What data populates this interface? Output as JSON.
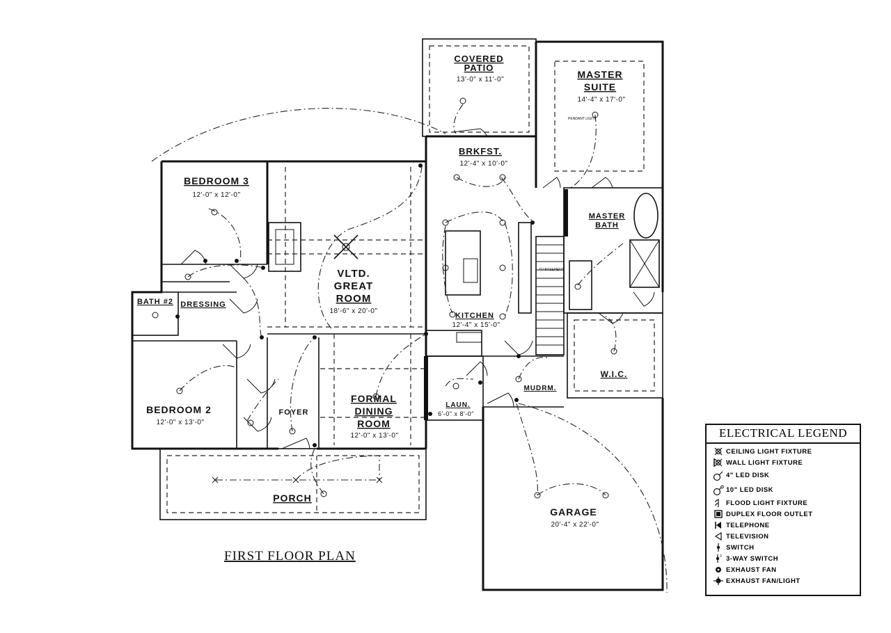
{
  "plan": {
    "title": "FIRST FLOOR PLAN",
    "rooms": {
      "covered_patio": {
        "name_line1": "COVERED",
        "name_line2": "PATIO",
        "dims": "13'-0\" x 11'-0\""
      },
      "master_suite": {
        "name_line1": "MASTER",
        "name_line2": "SUITE",
        "dims": "14'-4\" x 17'-0\""
      },
      "brkfst": {
        "name": "BRKFST.",
        "dims": "12'-4\" x 10'-0\""
      },
      "bedroom3": {
        "name": "BEDROOM 3",
        "dims": "12'-0\" x 12'-0\""
      },
      "master_bath": {
        "name_line1": "MASTER",
        "name_line2": "BATH"
      },
      "great_room": {
        "name_line1": "VLTD.",
        "name_line2": "GREAT",
        "name_line3": "ROOM",
        "dims": "18'-6\" x 20'-0\""
      },
      "kitchen": {
        "name": "KITCHEN",
        "dims": "12'-4\" x 15'-0\""
      },
      "bath2": {
        "name": "BATH #2"
      },
      "dressing": {
        "name": "DRESSING"
      },
      "bedroom2": {
        "name": "BEDROOM 2",
        "dims": "12'-0\" x 13'-0\""
      },
      "foyer": {
        "name": "FOYER"
      },
      "formal_dining": {
        "name_line1": "FORMAL",
        "name_line2": "DINING",
        "name_line3": "ROOM",
        "dims": "12'-0\" x 13'-0\""
      },
      "laun": {
        "name": "LAUN.",
        "dims": "6'-0\" x 8'-0\""
      },
      "mudrm": {
        "name": "MUDRM."
      },
      "wic": {
        "name": "W.I.C."
      },
      "porch": {
        "name": "PORCH"
      },
      "garage": {
        "name": "GARAGE",
        "dims": "20'-4\" x 22'-0\""
      }
    },
    "notes": {
      "master_light": "PENDANT LIGHT",
      "stair_note": "TO BASEMENT"
    }
  },
  "legend": {
    "title": "ELECTRICAL LEGEND",
    "items": [
      {
        "icon": "ceiling-light-icon",
        "label": "CEILING LIGHT FIXTURE"
      },
      {
        "icon": "wall-light-icon",
        "label": "WALL LIGHT FIXTURE"
      },
      {
        "icon": "led-disk-4-icon",
        "label": "4\" LED DISK"
      },
      {
        "icon": "led-disk-10-icon",
        "label": "10\" LED DISK"
      },
      {
        "icon": "flood-light-icon",
        "label": "FLOOD LIGHT FIXTURE"
      },
      {
        "icon": "duplex-floor-outlet-icon",
        "label": "DUPLEX FLOOR OUTLET"
      },
      {
        "icon": "telephone-icon",
        "label": "TELEPHONE"
      },
      {
        "icon": "television-icon",
        "label": "TELEVISION"
      },
      {
        "icon": "switch-icon",
        "label": "SWITCH"
      },
      {
        "icon": "three-way-switch-icon",
        "label": "3-WAY SWITCH"
      },
      {
        "icon": "exhaust-fan-icon",
        "label": "EXHAUST FAN"
      },
      {
        "icon": "exhaust-fan-light-icon",
        "label": "EXHAUST FAN/LIGHT"
      }
    ]
  }
}
